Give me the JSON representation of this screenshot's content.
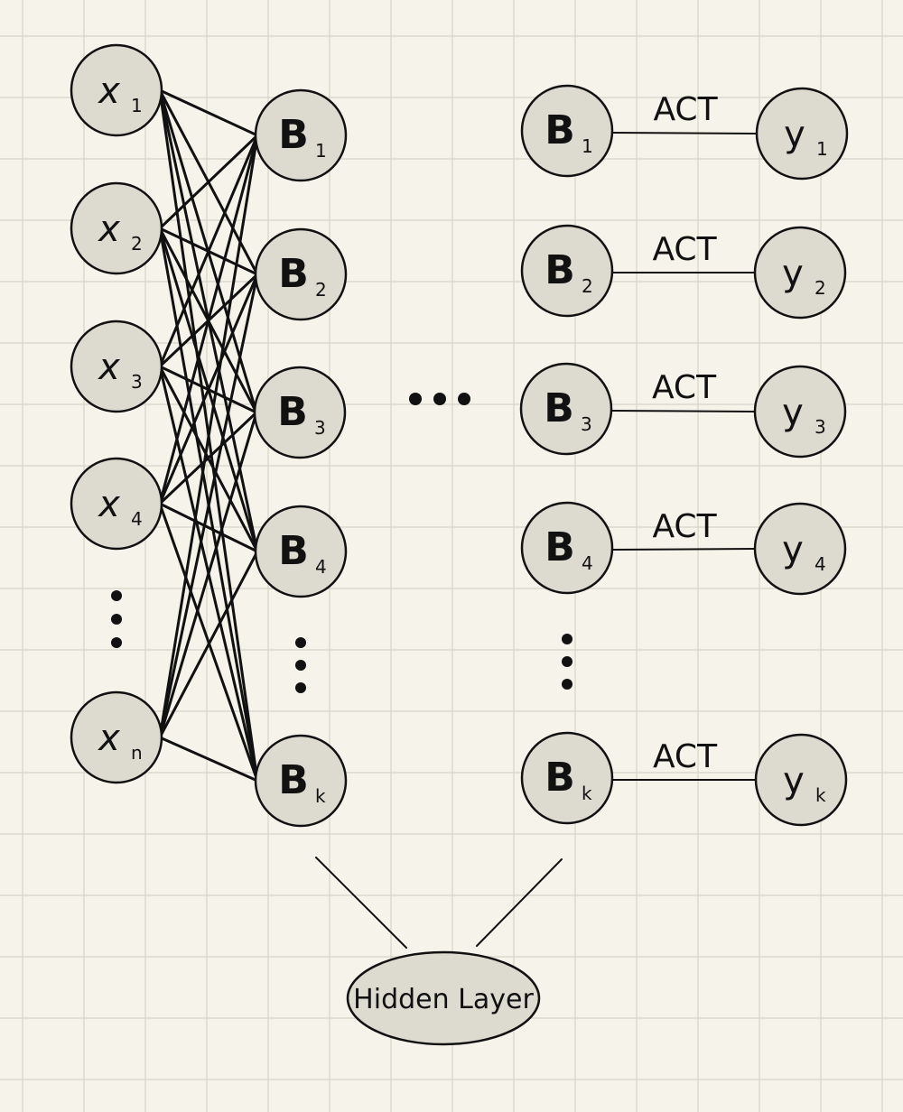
{
  "input_layer": {
    "nodes": [
      {
        "main": "x",
        "sub": "1"
      },
      {
        "main": "x",
        "sub": "2"
      },
      {
        "main": "x",
        "sub": "3"
      },
      {
        "main": "x",
        "sub": "4"
      },
      {
        "main": "x",
        "sub": "n"
      }
    ]
  },
  "hidden_first": {
    "nodes": [
      {
        "main": "B",
        "sub": "1"
      },
      {
        "main": "B",
        "sub": "2"
      },
      {
        "main": "B",
        "sub": "3"
      },
      {
        "main": "B",
        "sub": "4"
      },
      {
        "main": "B",
        "sub": "k"
      }
    ]
  },
  "hidden_last": {
    "nodes": [
      {
        "main": "B",
        "sub": "1"
      },
      {
        "main": "B",
        "sub": "2"
      },
      {
        "main": "B",
        "sub": "3"
      },
      {
        "main": "B",
        "sub": "4"
      },
      {
        "main": "B",
        "sub": "k"
      }
    ]
  },
  "output_layer": {
    "nodes": [
      {
        "main": "y",
        "sub": "1"
      },
      {
        "main": "y",
        "sub": "2"
      },
      {
        "main": "y",
        "sub": "3"
      },
      {
        "main": "y",
        "sub": "4"
      },
      {
        "main": "y",
        "sub": "k"
      }
    ]
  },
  "activation_label": "ACT",
  "hidden_layer_label": "Hidden Layer"
}
